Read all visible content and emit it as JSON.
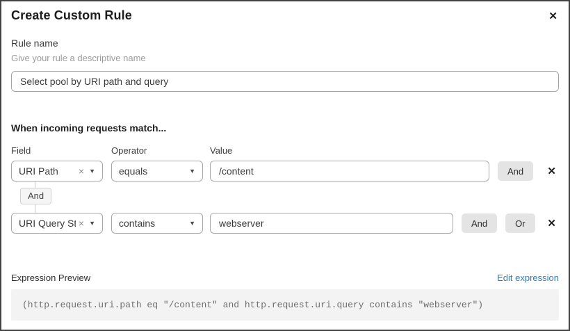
{
  "dialog": {
    "title": "Create Custom Rule"
  },
  "icons": {
    "close": "✕",
    "clear": "×",
    "chevron_down": "▼",
    "remove_row": "✕"
  },
  "rule_name": {
    "label": "Rule name",
    "helper": "Give your rule a descriptive name",
    "value": "Select pool by URI path and query"
  },
  "match": {
    "heading": "When incoming requests match...",
    "columns": {
      "field": "Field",
      "operator": "Operator",
      "value": "Value"
    },
    "connector_label": "And",
    "rows": [
      {
        "field": "URI Path",
        "operator": "equals",
        "value": "/content",
        "buttons": [
          "And"
        ]
      },
      {
        "field": "URI Query St...",
        "operator": "contains",
        "value": "webserver",
        "buttons": [
          "And",
          "Or"
        ]
      }
    ]
  },
  "expression": {
    "label": "Expression Preview",
    "edit_link": "Edit expression",
    "code": "(http.request.uri.path eq \"/content\" and http.request.uri.query contains \"webserver\")"
  },
  "colors": {
    "link_blue": "#2c7cb8",
    "button_gray": "#e4e4e4",
    "code_bg": "#f3f3f3",
    "border_dark": "#424242"
  }
}
